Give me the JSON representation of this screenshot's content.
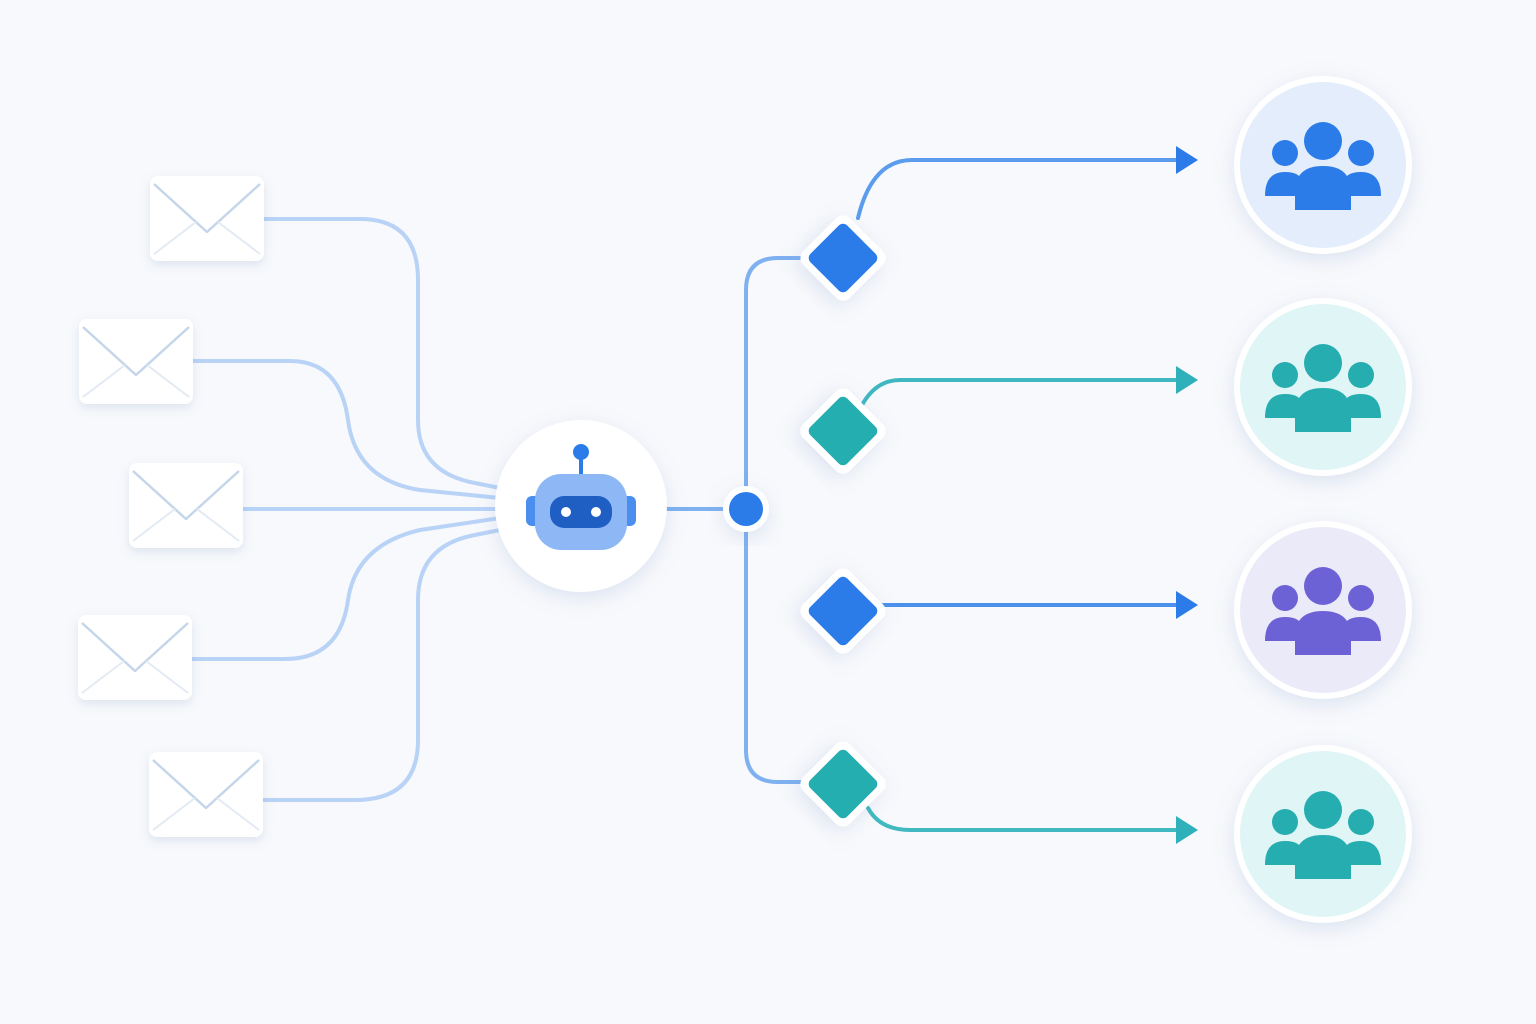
{
  "diagram": {
    "sources": [
      {
        "id": "email-1",
        "icon": "envelope-icon"
      },
      {
        "id": "email-2",
        "icon": "envelope-icon"
      },
      {
        "id": "email-3",
        "icon": "envelope-icon"
      },
      {
        "id": "email-4",
        "icon": "envelope-icon"
      },
      {
        "id": "email-5",
        "icon": "envelope-icon"
      }
    ],
    "processor": {
      "icon": "robot-icon"
    },
    "hub": {
      "icon": "junction-dot"
    },
    "routes": [
      {
        "id": "route-1",
        "icon": "diamond-decision-icon",
        "color": "#2b7ce9"
      },
      {
        "id": "route-2",
        "icon": "diamond-decision-icon",
        "color": "#25aeb0"
      },
      {
        "id": "route-3",
        "icon": "diamond-decision-icon",
        "color": "#2b7ce9"
      },
      {
        "id": "route-4",
        "icon": "diamond-decision-icon",
        "color": "#25aeb0"
      }
    ],
    "destinations": [
      {
        "id": "team-1",
        "icon": "group-users-icon",
        "color": "#2b7ce9",
        "bg": "#e3edfc"
      },
      {
        "id": "team-2",
        "icon": "group-users-icon",
        "color": "#26adaf",
        "bg": "#e0f5f6"
      },
      {
        "id": "team-3",
        "icon": "group-users-icon",
        "color": "#6c62d6",
        "bg": "#ebeaf9"
      },
      {
        "id": "team-4",
        "icon": "group-users-icon",
        "color": "#26adaf",
        "bg": "#e0f5f6"
      }
    ],
    "colors": {
      "background": "#f8f9fc",
      "inbound_line": "#b9d3f7",
      "blue": "#2b7ce9",
      "teal": "#25aeb0",
      "purple": "#6c62d6"
    }
  }
}
